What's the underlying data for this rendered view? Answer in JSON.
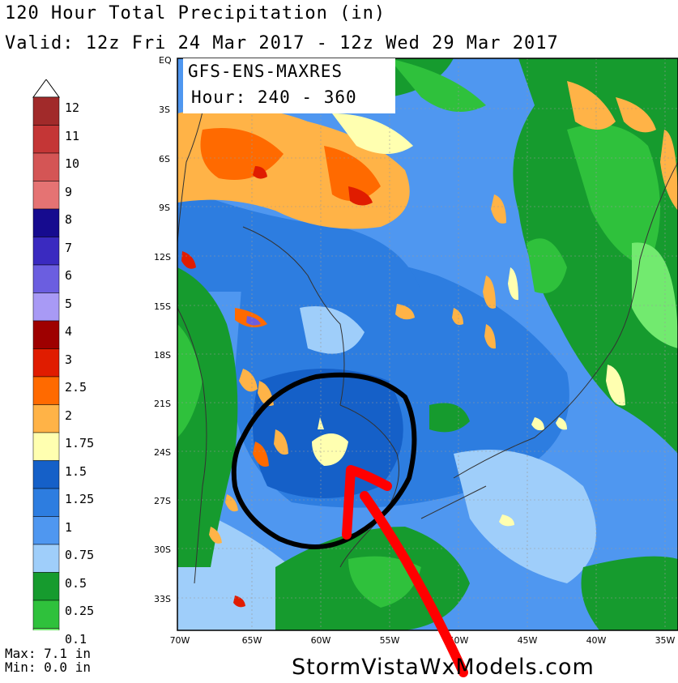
{
  "header": {
    "title": "120 Hour Total Precipitation (in)",
    "valid": "Valid: 12z Fri 24 Mar 2017 - 12z Wed 29 Mar 2017"
  },
  "model_box": {
    "model": "GFS-ENS-MAXRES",
    "hour": "Hour: 240 - 360"
  },
  "legend": {
    "levels": [
      {
        "label": "12",
        "color": "#a12a2a"
      },
      {
        "label": "11",
        "color": "#c43636"
      },
      {
        "label": "10",
        "color": "#d45555"
      },
      {
        "label": "9",
        "color": "#e57373"
      },
      {
        "label": "8",
        "color": "#160b8f"
      },
      {
        "label": "7",
        "color": "#3a2ac0"
      },
      {
        "label": "6",
        "color": "#6b5ee0"
      },
      {
        "label": "5",
        "color": "#a89af5"
      },
      {
        "label": "4",
        "color": "#9e0000"
      },
      {
        "label": "3",
        "color": "#e01c00"
      },
      {
        "label": "2.5",
        "color": "#ff6a00"
      },
      {
        "label": "2",
        "color": "#ffb347"
      },
      {
        "label": "1.75",
        "color": "#ffffb0"
      },
      {
        "label": "1.5",
        "color": "#1560c8"
      },
      {
        "label": "1.25",
        "color": "#2d7de0"
      },
      {
        "label": "1",
        "color": "#4f97f0"
      },
      {
        "label": "0.75",
        "color": "#9fcefa"
      },
      {
        "label": "0.5",
        "color": "#169b2e"
      },
      {
        "label": "0.25",
        "color": "#2fc13c"
      },
      {
        "label": "0.1",
        "color": "#72ea6f"
      }
    ]
  },
  "stats": {
    "max": "Max: 7.1 in",
    "min": "Min: 0.0 in"
  },
  "axes": {
    "lat_labels": [
      "EQ",
      "3S",
      "6S",
      "9S",
      "12S",
      "15S",
      "18S",
      "21S",
      "24S",
      "27S",
      "30S",
      "33S"
    ],
    "lon_labels": [
      "70W",
      "65W",
      "60W",
      "55W",
      "50W",
      "45W",
      "40W",
      "35W"
    ]
  },
  "watermark": "StormVistaWxModels.com",
  "colors": {
    "land_bg": "#4f97f0",
    "annotation_circle": "#000000",
    "annotation_arrow": "#ff0000"
  }
}
